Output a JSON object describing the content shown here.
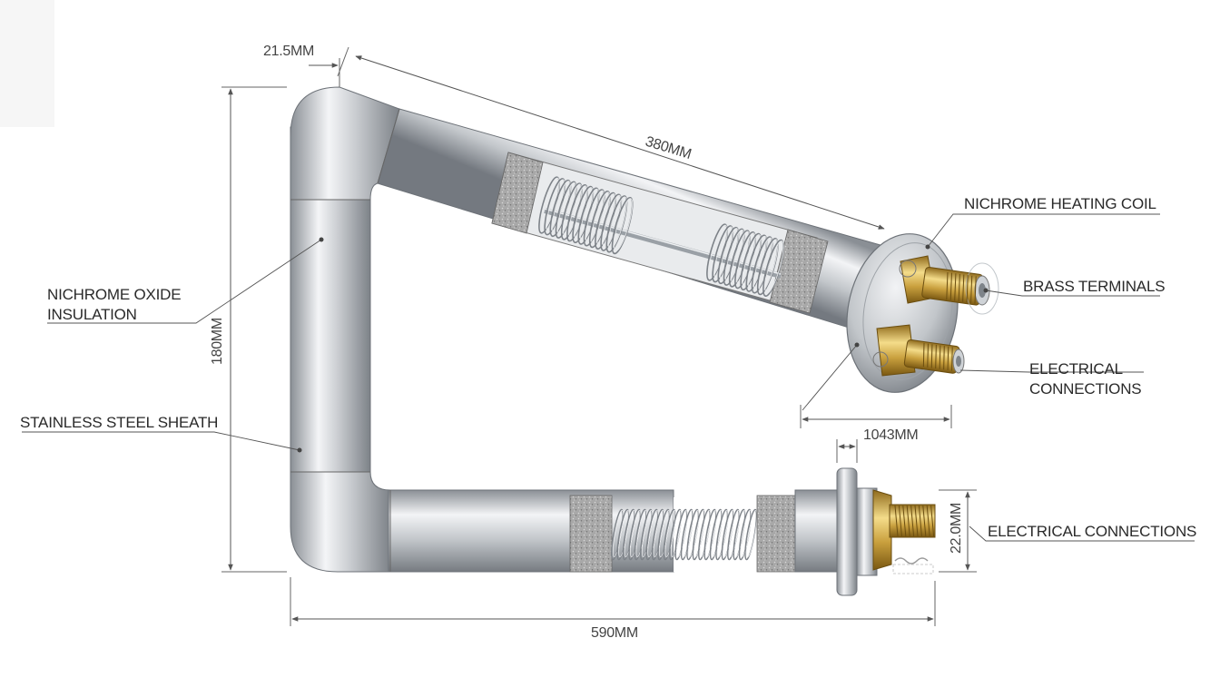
{
  "labels": {
    "nichrome_oxide_line1": "NICHROME OXIDE",
    "nichrome_oxide_line2": "INSULATION",
    "stainless_sheath": "STAINLESS STEEL SHEATH",
    "heating_coil": "NICHROME HEATING COIL",
    "brass_terminals": "BRASS TERMINALS",
    "electrical_connections_line1": "ELECTRICAL",
    "electrical_connections_line2": "CONNECTIONS",
    "electrical_connections_lower": "ELECTRICAL CONNECTIONS"
  },
  "dimensions": {
    "sheath_diameter": "21.5MM",
    "diagonal_length": "380MM",
    "height": "180MM",
    "flange_span": "1043MM",
    "terminal_height": "22.0MM",
    "total_length": "590MM"
  },
  "colors": {
    "steel_light": "#f2f4f6",
    "steel_mid": "#b9bdc2",
    "steel_dark": "#7b8087",
    "brass_light": "#f4dc8a",
    "brass_dark": "#8f6a1c",
    "insulation": "#9a9a9a",
    "line": "#555555"
  }
}
